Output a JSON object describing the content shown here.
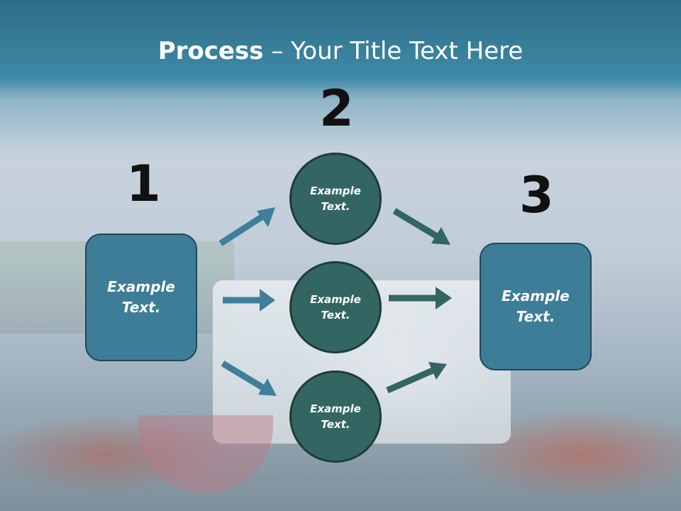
{
  "slide": {
    "title_bold": "Process",
    "title_rest": " – Your Title Text Here",
    "step_numbers": [
      "1",
      "2",
      "3"
    ],
    "left_box": "Example Text.",
    "circles": [
      "Example Text.",
      "Example Text.",
      "Example Text."
    ],
    "right_box": "Example Text."
  },
  "colors": {
    "header": "#3e8aa6",
    "box_fill": "#3d7d98",
    "circle_fill": "#336663",
    "arrow_blue": "#3f7f99",
    "arrow_teal": "#336663"
  }
}
